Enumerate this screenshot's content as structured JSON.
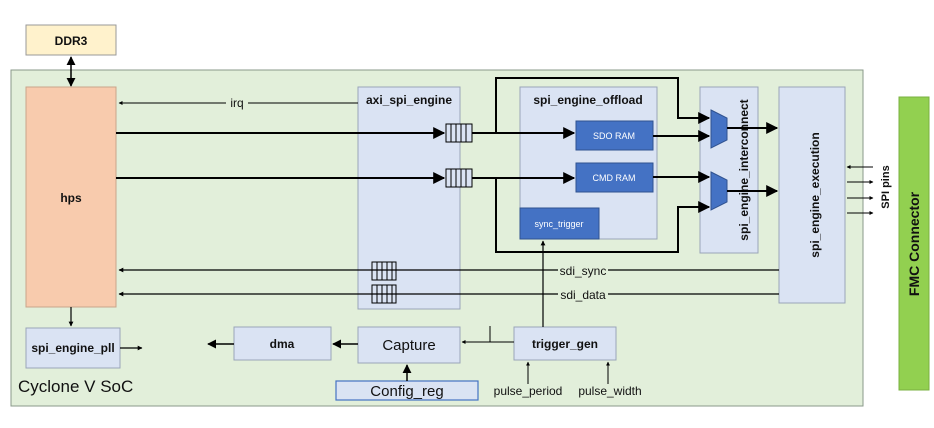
{
  "blocks": {
    "ddr3": "DDR3",
    "soc": "Cyclone V SoC",
    "hps": "hps",
    "axi_spi_engine": "axi_spi_engine",
    "spi_engine_offload": "spi_engine_offload",
    "sdo_ram": "SDO RAM",
    "cmd_ram": "CMD RAM",
    "sync_trigger": "sync_trigger",
    "spi_engine_interconnect": "spi_engine_interconnect",
    "spi_engine_execution": "spi_engine_execution",
    "fmc_connector": "FMC Connector",
    "spi_engine_pll": "spi_engine_pll",
    "dma": "dma",
    "capture": "Capture",
    "config_reg": "Config_reg",
    "trigger_gen": "trigger_gen"
  },
  "signals": {
    "irq": "irq",
    "sdi_sync": "sdi_sync",
    "sdi_data": "sdi_data",
    "pulse_period": "pulse_period",
    "pulse_width": "pulse_width",
    "spi_pins": "SPI pins"
  },
  "colors": {
    "soc_fill": "#e2efda",
    "hps_fill": "#f8cbad",
    "block_fill": "#dae3f3",
    "ram_fill": "#4472c4",
    "ddr3_fill": "#fff2cc",
    "fmc_fill": "#92d050"
  }
}
